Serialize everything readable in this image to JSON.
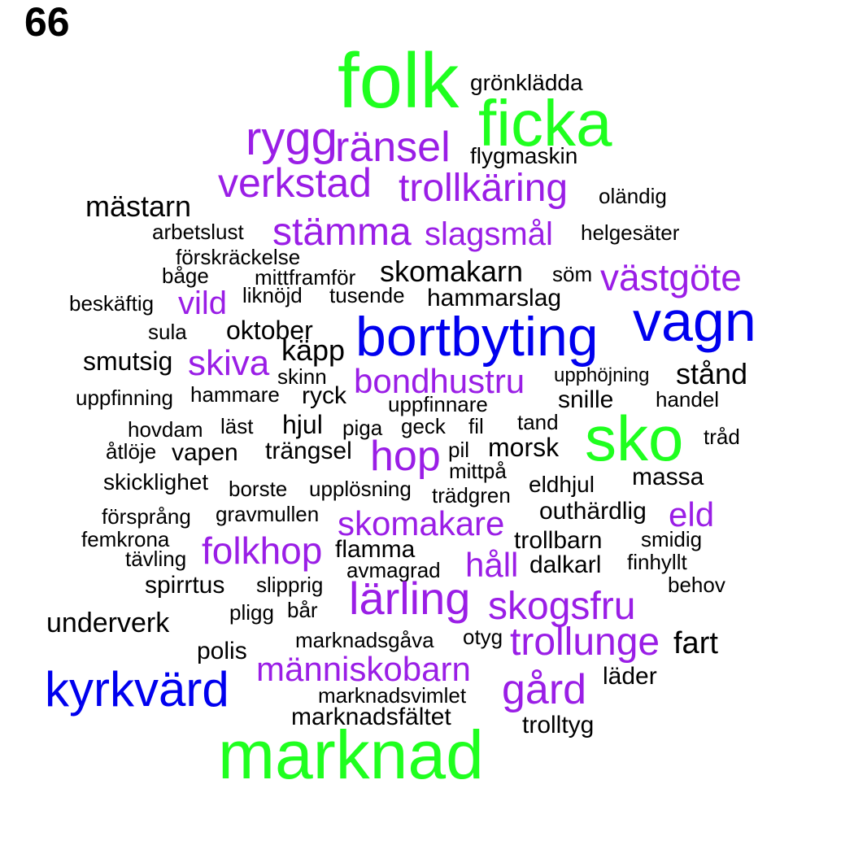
{
  "page_number": "66",
  "colors": {
    "green": "#1fff1f",
    "blue": "#0000ee",
    "purple": "#9a1ee6",
    "black": "#000000"
  },
  "words": [
    {
      "text": "folk",
      "tier": "green"
    },
    {
      "text": "grönklädda",
      "tier": "black"
    },
    {
      "text": "ficka",
      "tier": "green"
    },
    {
      "text": "rygg",
      "tier": "purple"
    },
    {
      "text": "ränsel",
      "tier": "purple"
    },
    {
      "text": "flygmaskin",
      "tier": "black"
    },
    {
      "text": "verkstad",
      "tier": "purple"
    },
    {
      "text": "trollkäring",
      "tier": "purple"
    },
    {
      "text": "oländig",
      "tier": "black"
    },
    {
      "text": "mästarn",
      "tier": "black"
    },
    {
      "text": "arbetslust",
      "tier": "black"
    },
    {
      "text": "stämma",
      "tier": "purple"
    },
    {
      "text": "slagsmål",
      "tier": "purple"
    },
    {
      "text": "helgesäter",
      "tier": "black"
    },
    {
      "text": "förskräckelse",
      "tier": "black"
    },
    {
      "text": "båge",
      "tier": "black"
    },
    {
      "text": "mittframför",
      "tier": "black"
    },
    {
      "text": "skomakarn",
      "tier": "black"
    },
    {
      "text": "söm",
      "tier": "black"
    },
    {
      "text": "västgöte",
      "tier": "purple"
    },
    {
      "text": "beskäftig",
      "tier": "black"
    },
    {
      "text": "vild",
      "tier": "purple"
    },
    {
      "text": "liknöjd",
      "tier": "black"
    },
    {
      "text": "tusende",
      "tier": "black"
    },
    {
      "text": "hammarslag",
      "tier": "black"
    },
    {
      "text": "vagn",
      "tier": "blue"
    },
    {
      "text": "sula",
      "tier": "black"
    },
    {
      "text": "oktober",
      "tier": "black"
    },
    {
      "text": "bortbyting",
      "tier": "blue"
    },
    {
      "text": "käpp",
      "tier": "black"
    },
    {
      "text": "smutsig",
      "tier": "black"
    },
    {
      "text": "skiva",
      "tier": "purple"
    },
    {
      "text": "skinn",
      "tier": "black"
    },
    {
      "text": "bondhustru",
      "tier": "purple"
    },
    {
      "text": "upphöjning",
      "tier": "black"
    },
    {
      "text": "stånd",
      "tier": "black"
    },
    {
      "text": "uppfinning",
      "tier": "black"
    },
    {
      "text": "hammare",
      "tier": "black"
    },
    {
      "text": "ryck",
      "tier": "black"
    },
    {
      "text": "uppfinnare",
      "tier": "black"
    },
    {
      "text": "snille",
      "tier": "black"
    },
    {
      "text": "handel",
      "tier": "black"
    },
    {
      "text": "hovdam",
      "tier": "black"
    },
    {
      "text": "läst",
      "tier": "black"
    },
    {
      "text": "hjul",
      "tier": "black"
    },
    {
      "text": "piga",
      "tier": "black"
    },
    {
      "text": "geck",
      "tier": "black"
    },
    {
      "text": "fil",
      "tier": "black"
    },
    {
      "text": "tand",
      "tier": "black"
    },
    {
      "text": "sko",
      "tier": "green"
    },
    {
      "text": "tråd",
      "tier": "black"
    },
    {
      "text": "åtlöje",
      "tier": "black"
    },
    {
      "text": "vapen",
      "tier": "black"
    },
    {
      "text": "trängsel",
      "tier": "black"
    },
    {
      "text": "hop",
      "tier": "purple"
    },
    {
      "text": "pil",
      "tier": "black"
    },
    {
      "text": "morsk",
      "tier": "black"
    },
    {
      "text": "mittpå",
      "tier": "black"
    },
    {
      "text": "massa",
      "tier": "black"
    },
    {
      "text": "skicklighet",
      "tier": "black"
    },
    {
      "text": "borste",
      "tier": "black"
    },
    {
      "text": "upplösning",
      "tier": "black"
    },
    {
      "text": "trädgren",
      "tier": "black"
    },
    {
      "text": "eldhjul",
      "tier": "black"
    },
    {
      "text": "försprång",
      "tier": "black"
    },
    {
      "text": "gravmullen",
      "tier": "black"
    },
    {
      "text": "skomakare",
      "tier": "purple"
    },
    {
      "text": "outhärdlig",
      "tier": "black"
    },
    {
      "text": "eld",
      "tier": "purple"
    },
    {
      "text": "femkrona",
      "tier": "black"
    },
    {
      "text": "tävling",
      "tier": "black"
    },
    {
      "text": "folkhop",
      "tier": "purple"
    },
    {
      "text": "flamma",
      "tier": "black"
    },
    {
      "text": "trollbarn",
      "tier": "black"
    },
    {
      "text": "smidig",
      "tier": "black"
    },
    {
      "text": "avmagrad",
      "tier": "black"
    },
    {
      "text": "håll",
      "tier": "purple"
    },
    {
      "text": "dalkarl",
      "tier": "black"
    },
    {
      "text": "finhyllt",
      "tier": "black"
    },
    {
      "text": "spirrtus",
      "tier": "black"
    },
    {
      "text": "slipprig",
      "tier": "black"
    },
    {
      "text": "behov",
      "tier": "black"
    },
    {
      "text": "lärling",
      "tier": "purple"
    },
    {
      "text": "skogsfru",
      "tier": "purple"
    },
    {
      "text": "bår",
      "tier": "black"
    },
    {
      "text": "pligg",
      "tier": "black"
    },
    {
      "text": "underverk",
      "tier": "black"
    },
    {
      "text": "marknadsgåva",
      "tier": "black"
    },
    {
      "text": "otyg",
      "tier": "black"
    },
    {
      "text": "trollunge",
      "tier": "purple"
    },
    {
      "text": "fart",
      "tier": "black"
    },
    {
      "text": "polis",
      "tier": "black"
    },
    {
      "text": "människobarn",
      "tier": "purple"
    },
    {
      "text": "läder",
      "tier": "black"
    },
    {
      "text": "kyrkvärd",
      "tier": "blue"
    },
    {
      "text": "gård",
      "tier": "purple"
    },
    {
      "text": "marknadsvimlet",
      "tier": "black"
    },
    {
      "text": "marknadsfältet",
      "tier": "black"
    },
    {
      "text": "trolltyg",
      "tier": "black"
    },
    {
      "text": "marknad",
      "tier": "green"
    }
  ]
}
